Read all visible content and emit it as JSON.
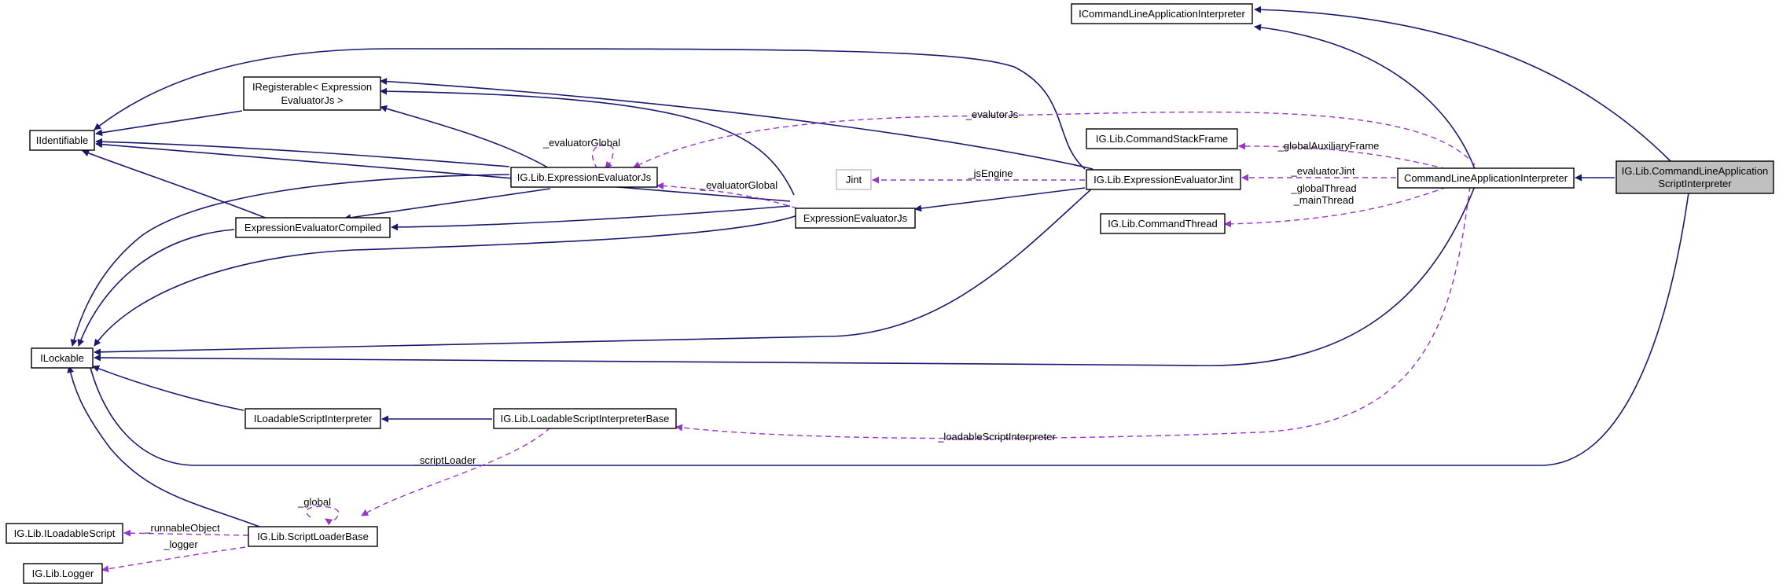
{
  "colors": {
    "inheritance_edge": "#191970",
    "usage_edge": "#9a32cd",
    "focus_node_fill": "#bfbfbf",
    "node_border": "#000000"
  },
  "nodes": {
    "icommand": "ICommandLineApplicationInterpreter",
    "iregisterable_1": "IRegisterable< Expression",
    "iregisterable_2": "EvaluatorJs >",
    "iidentifiable": "IIdentifiable",
    "commandstackframe": "IG.Lib.CommandStackFrame",
    "expevaljs_ns": "IG.Lib.ExpressionEvaluatorJs",
    "jint": "Jint",
    "expevaljint": "IG.Lib.ExpressionEvaluatorJint",
    "cmdlineinterp": "CommandLineApplicationInterpreter",
    "focus_1": "IG.Lib.CommandLineApplication",
    "focus_2": "ScriptInterpreter",
    "commandthread": "IG.Lib.CommandThread",
    "expevaljs": "ExpressionEvaluatorJs",
    "expevalcompiled": "ExpressionEvaluatorCompiled",
    "ilockable": "ILockable",
    "iloadablescriptinterp": "ILoadableScriptInterpreter",
    "loadablescriptinterpbase": "IG.Lib.LoadableScriptInterpreterBase",
    "iloadablescript": "IG.Lib.ILoadableScript",
    "scriptloaderbase": "IG.Lib.ScriptLoaderBase",
    "logger": "IG.Lib.Logger"
  },
  "edge_labels": {
    "evaluatorglobal_self": "_evaluatorGlobal",
    "evalutorjs": "_evalutorJs",
    "globalauxiliaryframe": "_globalAuxiliaryFrame",
    "jsengine": "_jsEngine",
    "evaluatorjint": "_evaluatorJint",
    "globalthread": "_globalThread",
    "mainthread": "_mainThread",
    "evaluatorglobal": "_evaluatorGlobal",
    "loadablescriptinterpreter": "_loadableScriptInterpreter",
    "scriptloader": "_scriptLoader",
    "global": "_global",
    "runnableobject": "_runnableObject",
    "logger": "_logger"
  }
}
